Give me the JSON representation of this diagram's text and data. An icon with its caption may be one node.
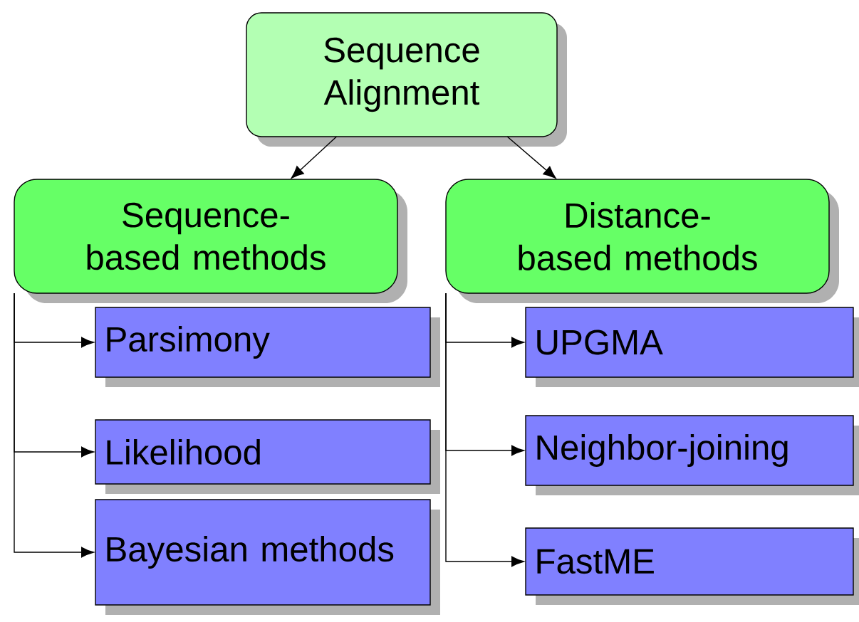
{
  "diagram": {
    "nodes": [
      {
        "text": [
          "Sequence Alignment"
        ]
      },
      {
        "text": [
          "Sequence-based methods"
        ]
      },
      {
        "text": [
          "Distance-based methods"
        ]
      },
      {
        "text": [
          "Parsimony"
        ]
      },
      {
        "text": [
          "Likelihood"
        ]
      },
      {
        "text": [
          "Bayesian methods"
        ]
      },
      {
        "text": [
          "UPGMA"
        ]
      },
      {
        "text": [
          "Neighbor-joining"
        ]
      },
      {
        "text": [
          "FastME"
        ]
      }
    ],
    "edges": [
      {
        "from": 0,
        "to": 1,
        "arrow": "to"
      },
      {
        "from": 0,
        "to": 2,
        "arrow": "to"
      },
      {
        "from": 1,
        "to": 3,
        "arrow": "to"
      },
      {
        "from": 1,
        "to": 4,
        "arrow": "to"
      },
      {
        "from": 1,
        "to": 5,
        "arrow": "to"
      },
      {
        "from": 2,
        "to": 6,
        "arrow": "to"
      },
      {
        "from": 2,
        "to": 7,
        "arrow": "to"
      },
      {
        "from": 2,
        "to": 8,
        "arrow": "to"
      }
    ]
  }
}
